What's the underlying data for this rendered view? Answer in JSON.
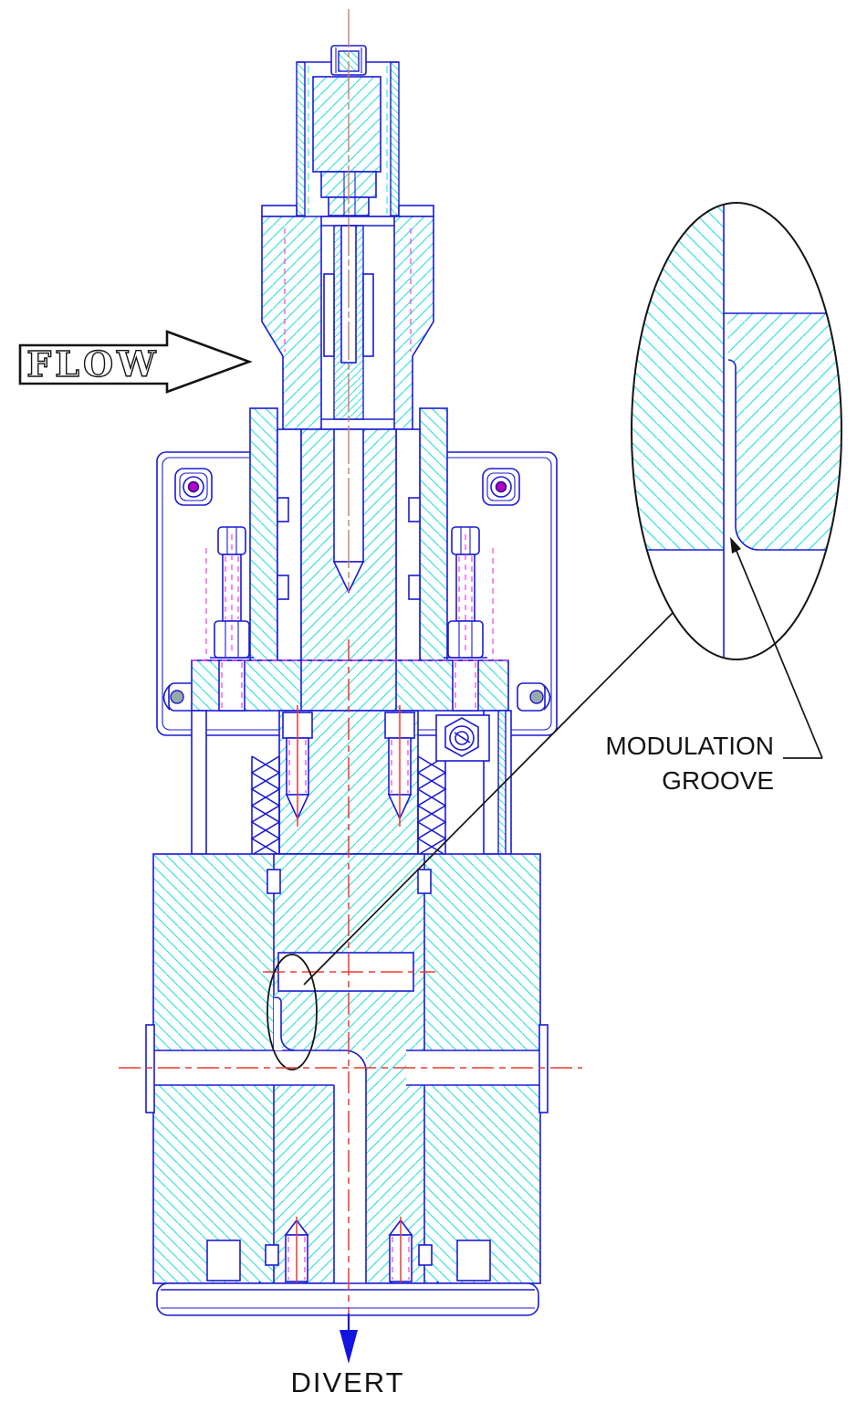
{
  "drawing": {
    "labels": {
      "flow": "FLOW",
      "modulation_line1": "MODULATION",
      "modulation_line2": "GROOVE",
      "divert": "DIVERT"
    },
    "colors": {
      "line_blue": "#1b1bd3",
      "hatch_cyan": "#3ae2e2",
      "centerline_red": "#f0382e",
      "upper_centerline_brown": "#c5826a",
      "hidden_magenta": "#f03cf0",
      "annotation_black": "#141414",
      "divert_arrow_blue": "#1414e0",
      "background_white": "#ffffff"
    }
  }
}
